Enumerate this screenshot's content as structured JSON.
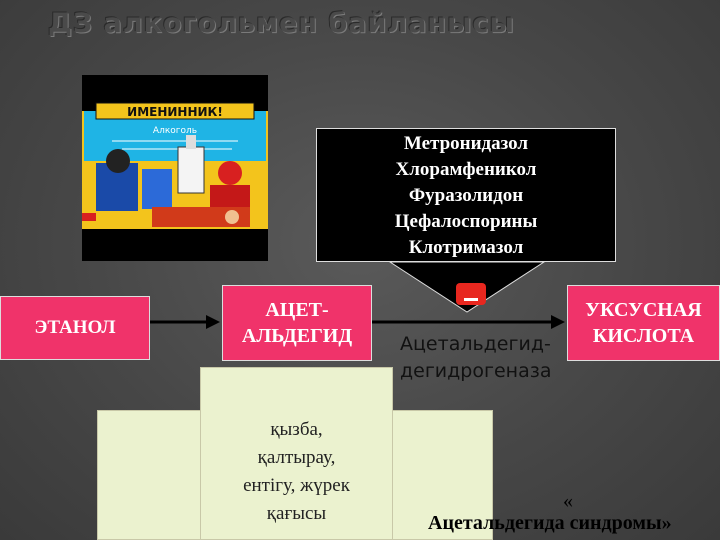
{
  "title": "ДЗ алкогольмен байланысы",
  "picture": {
    "banner": "ИМЕНИННИК!",
    "caption": "Алкоголь"
  },
  "drug_list": [
    "Метронидазол",
    "Хлорамфеникол",
    "Фуразолидон",
    "Цефалоспорины",
    "Клотримазол"
  ],
  "inhibition_sign": "-",
  "ethanol": "ЭТАНОЛ",
  "acetaldehyde": [
    "АЦЕТ-",
    "АЛЬДЕГИД"
  ],
  "acid": [
    "УКСУСНАЯ",
    "КИСЛОТА"
  ],
  "enzyme": [
    "Ацетальдегид-",
    "дегидрогеназа"
  ],
  "symptoms": [
    "қызба,",
    "қалтырау,",
    "ентігу, жүрек",
    "қағысы"
  ],
  "syndrome_mark": "«",
  "syndrome_text": "Ацетальдегида синдромы»",
  "colors": {
    "pink": "#f0336a",
    "cross": "#ebf2cf",
    "black_box": "#000000",
    "minus": "#e8271f"
  }
}
